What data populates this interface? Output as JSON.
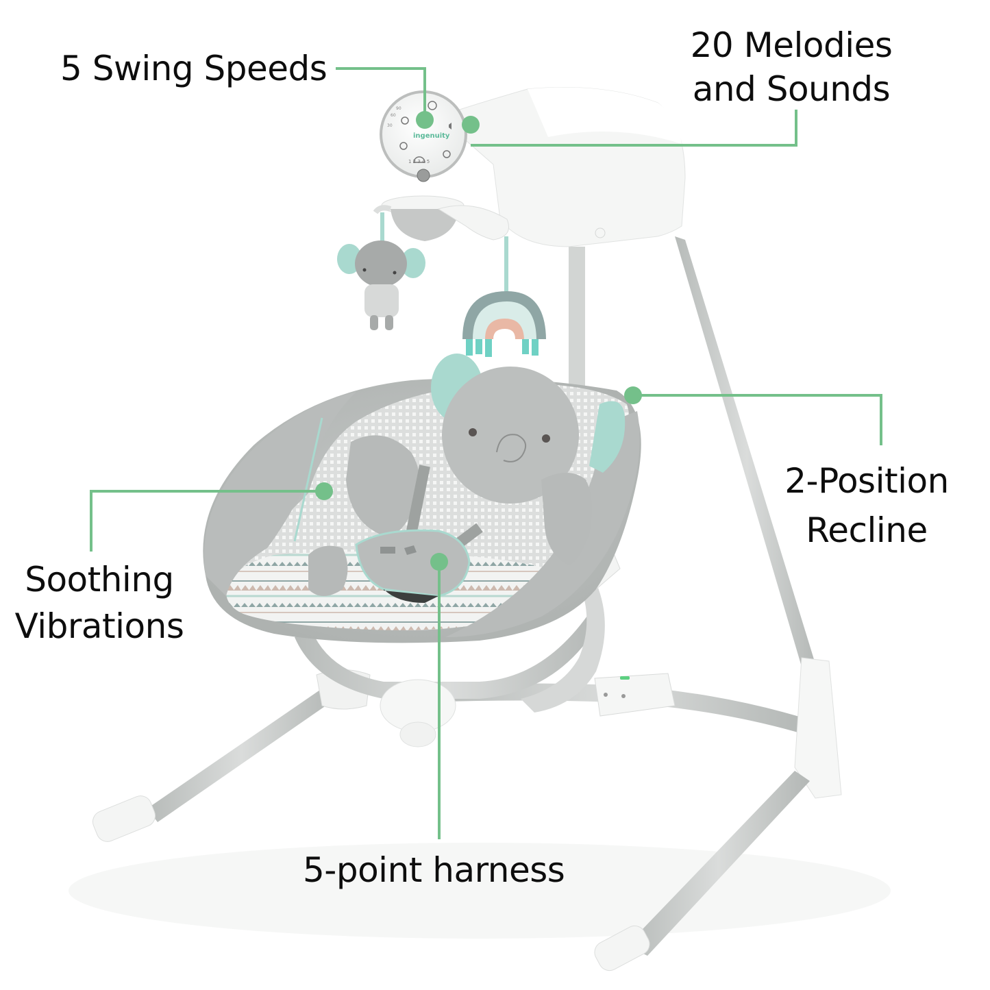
{
  "product": {
    "brand_logo_text": "ingenuity",
    "control_panel": {
      "timer_labels": [
        "30",
        "60",
        "90"
      ],
      "speed_numbers": [
        "1",
        "2",
        "3",
        "4",
        "5"
      ],
      "icons": [
        "power-icon",
        "timer-icon",
        "volume-icon",
        "light-icon",
        "speed-gauge-icon",
        "nature-music-icon"
      ]
    },
    "toys": [
      "elephant-plush-toy",
      "rainbow-toy"
    ]
  },
  "callouts": [
    {
      "id": "swing-speeds",
      "lines": [
        "5 Swing Speeds"
      ]
    },
    {
      "id": "melodies",
      "lines": [
        "20 Melodies",
        "and Sounds"
      ]
    },
    {
      "id": "recline",
      "lines": [
        "2-Position",
        "Recline"
      ]
    },
    {
      "id": "vibrations",
      "lines": [
        "Soothing",
        "Vibrations"
      ]
    },
    {
      "id": "harness",
      "lines": [
        "5-point harness"
      ]
    }
  ],
  "colors": {
    "callout_green": "#74c08a",
    "frame_gray": "#c9ccca",
    "fabric_gray": "#bfc2c1",
    "mint_accent": "#a9d9cf",
    "plastic_white": "#f4f5f4",
    "text": "#0d0d0d"
  }
}
